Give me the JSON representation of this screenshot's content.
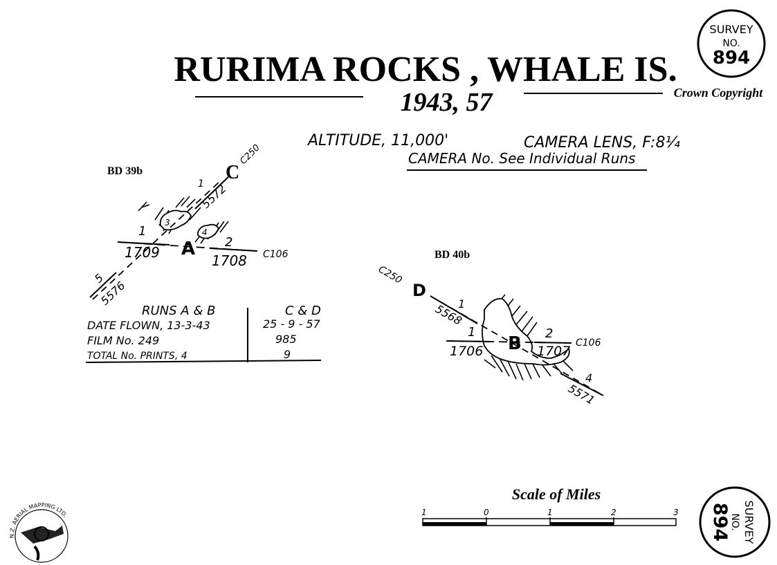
{
  "title": "RURIMA ROCKS , WHALE IS.",
  "years": "1943, 57",
  "copyright": "Crown Copyright",
  "survey_badge_top": {
    "line1": "SURVEY",
    "line2": "NO.",
    "number": "894"
  },
  "survey_badge_bottom": {
    "line1": "SURVEY",
    "line2": "NO.",
    "number": "894"
  },
  "info": {
    "altitude": "ALTITUDE, 11,000'",
    "camera_lens": "CAMERA LENS, F:8¼",
    "camera_no": "CAMERA No. See Individual Runs"
  },
  "sheets": {
    "left": "BD 39b",
    "right": "BD 40b"
  },
  "runs_table": {
    "header_left": "RUNS A & B",
    "header_right": "C & D",
    "rows": [
      {
        "label": "DATE FLOWN, 13-3-43",
        "value": "25 - 9 - 57"
      },
      {
        "label": "FILM No. 249",
        "value": "985"
      },
      {
        "label": "TOTAL No. PRINTS, 4",
        "value": "9"
      }
    ]
  },
  "runs_left": {
    "run_a": "A",
    "run_c": "C",
    "c_camera": "C250",
    "a_camera": "C106",
    "a_start_no": "1",
    "a_start_print": "1709",
    "a_end_no": "2",
    "a_end_print": "1708",
    "c_no": "1",
    "c_print": "5572",
    "c_end_no": "5",
    "c_end_print": "5576",
    "island_mark_1": "3",
    "island_mark_2": "4"
  },
  "runs_right": {
    "run_d": "D",
    "run_b": "B",
    "d_camera": "C250",
    "b_camera": "C106",
    "d_start_no": "1",
    "d_start_print": "5568",
    "b_start_no": "1",
    "b_start_print": "1706",
    "b_end_no": "2",
    "b_end_print": "1707",
    "d_end_no": "4",
    "d_end_print": "5571"
  },
  "scale": {
    "label": "Scale of Miles",
    "ticks": [
      "1",
      "0",
      "1",
      "2",
      "3"
    ]
  },
  "logo": {
    "text": "N.Z. AERIAL MAPPING LTD.",
    "icon": "aerial-mapping-logo-icon"
  }
}
